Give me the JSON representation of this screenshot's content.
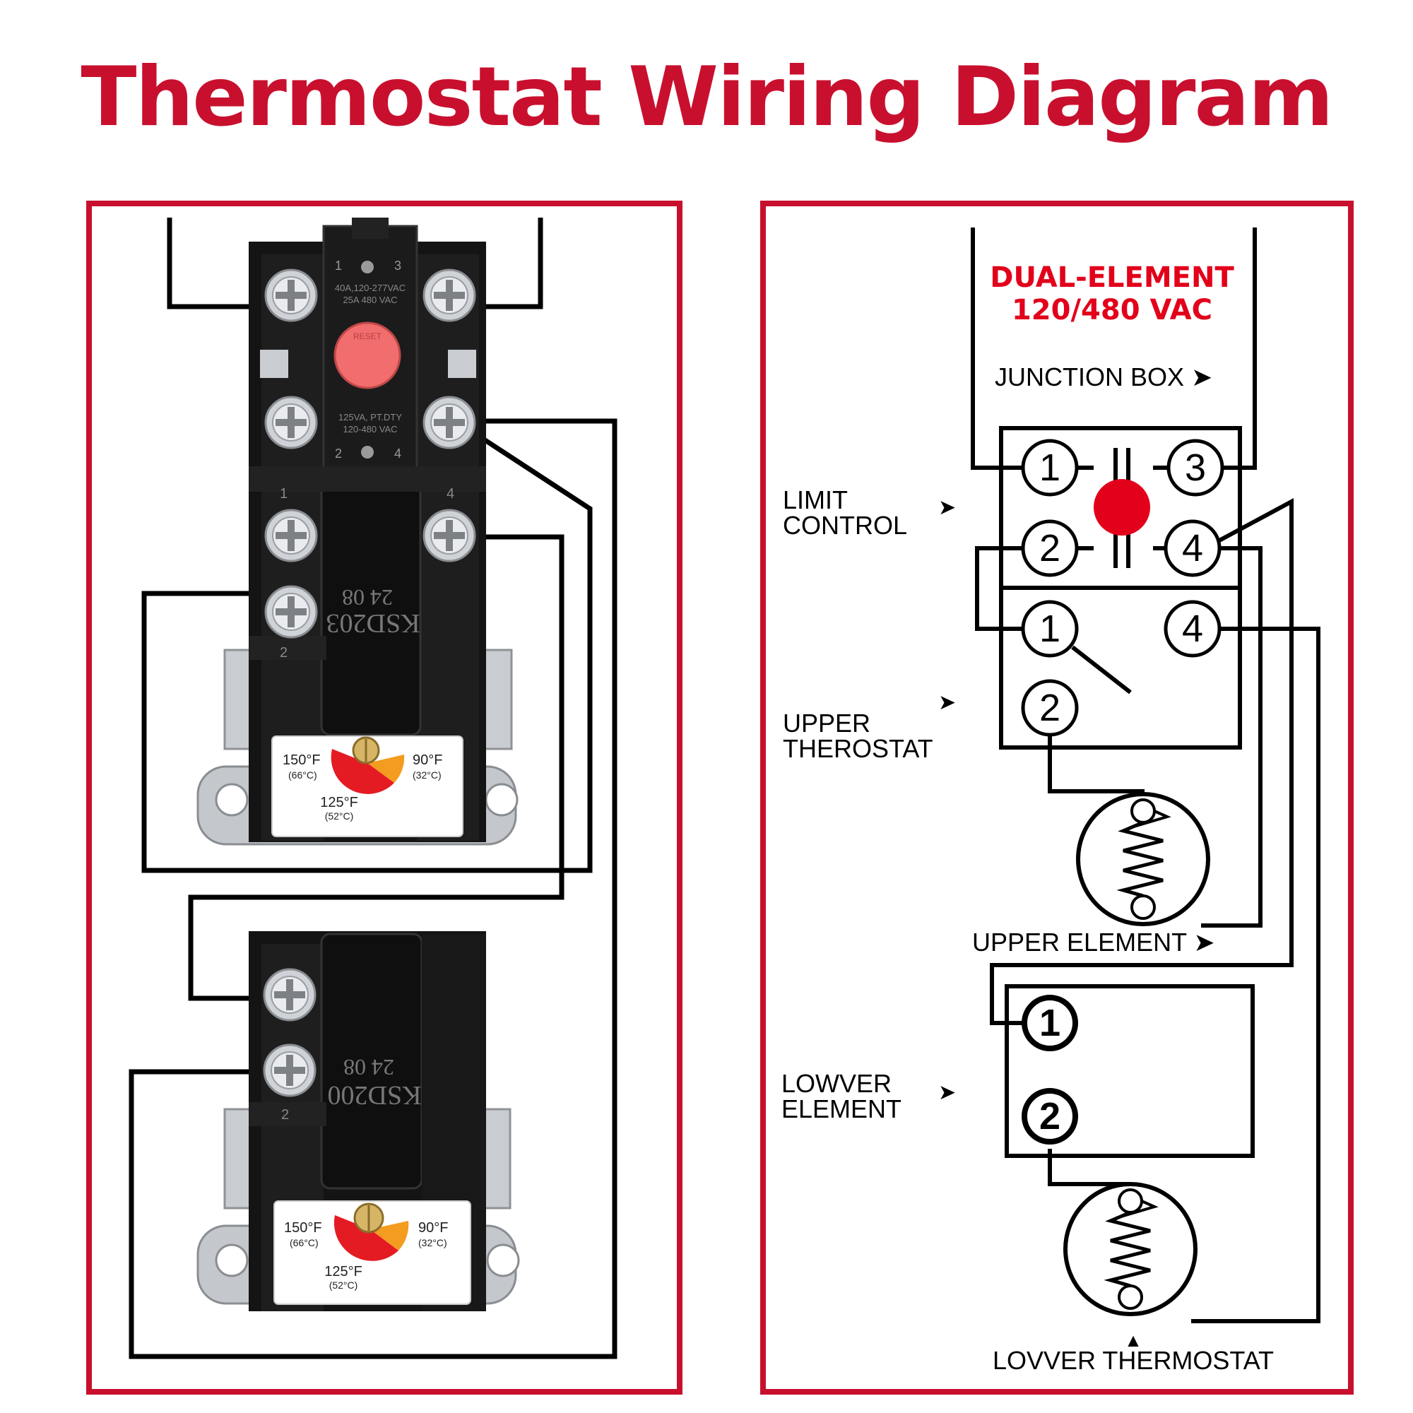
{
  "title": "Thermostat Wiring Diagram",
  "colors": {
    "accent": "#c8102e",
    "reset_button": "#f26d6d",
    "wire": "#000000",
    "label_red": "#e2001a"
  },
  "upper_thermostat": {
    "terminal_numbers": [
      "1",
      "3",
      "2",
      "4",
      "1",
      "4",
      "2"
    ],
    "rating_top": [
      "40A,120-277VAC",
      "25A 480 VAC"
    ],
    "rating_bottom": [
      "125VA, PT.DTY",
      "120-480 VAC"
    ],
    "reset_label": "RESET",
    "model_code": [
      "24 08",
      "KSD203"
    ],
    "dial": {
      "left_f": "150°F",
      "left_c": "(66°C)",
      "right_f": "90°F",
      "right_c": "(32°C)",
      "mid_f": "125°F",
      "mid_c": "(52°C)"
    }
  },
  "lower_thermostat": {
    "terminal_numbers": [
      "2"
    ],
    "model_code": [
      "24 08",
      "KSD200"
    ],
    "dial": {
      "left_f": "150°F",
      "left_c": "(66°C)",
      "right_f": "90°F",
      "right_c": "(32°C)",
      "mid_f": "125°F",
      "mid_c": "(52°C)"
    }
  },
  "schematic": {
    "heading": [
      "DUAL-ELEMENT",
      "120/480 VAC"
    ],
    "junction_box": "JUNCTION BOX ➤",
    "limit_control": [
      "LIMIT",
      "CONTROL"
    ],
    "upper_thermostat": [
      "UPPER",
      "THEROSTAT"
    ],
    "upper_element": "UPPER ELEMENT ➤",
    "lower_element": [
      "LOWVER",
      "ELEMENT"
    ],
    "lower_thermostat": "LOVVER THERMOSTAT",
    "arrow": "➤",
    "up_arrow": "▲",
    "terminals": [
      "1",
      "3",
      "2",
      "4",
      "1",
      "4",
      "2",
      "1",
      "2"
    ]
  }
}
